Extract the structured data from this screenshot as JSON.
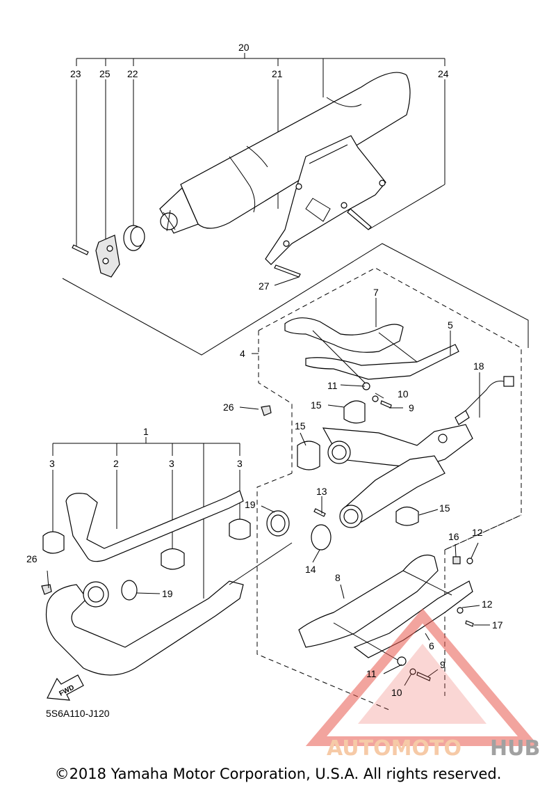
{
  "part_labels": {
    "p20": "20",
    "p23": "23",
    "p25": "25",
    "p22": "22",
    "p21": "21",
    "p24": "24",
    "p27": "27",
    "p7": "7",
    "p5": "5",
    "p4": "4",
    "p18": "18",
    "p11a": "11",
    "p10a": "10",
    "p9a": "9",
    "p26a": "26",
    "p15a": "15",
    "p15b": "15",
    "p1": "1",
    "p3a": "3",
    "p2": "2",
    "p3b": "3",
    "p3c": "3",
    "p19a": "19",
    "p13": "13",
    "p15c": "15",
    "p16": "16",
    "p12a": "12",
    "p14": "14",
    "p8": "8",
    "p26b": "26",
    "p19b": "19",
    "p12b": "12",
    "p17": "17",
    "p6": "6",
    "p11b": "11",
    "p9b": "9",
    "p10b": "10"
  },
  "fwd_label": "FWD",
  "diagram_code": "5S6A110-J120",
  "watermark": {
    "text_auto": "AUTOMOTO",
    "text_hub": "HUB",
    "color_accent": "#f0a060",
    "color_triangle": "#e85a50",
    "color_hub": "#555555"
  },
  "copyright": "©2018 Yamaha Motor Corporation, U.S.A. All rights reserved."
}
